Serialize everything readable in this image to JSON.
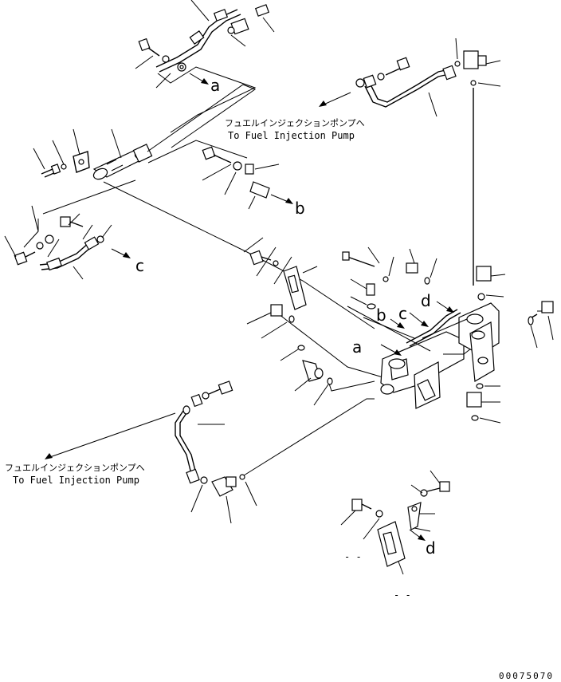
{
  "labels": {
    "destination_jp": "フュエルインジェクションポンプへ",
    "destination_en": "To Fuel Injection Pump"
  },
  "reference_letters": {
    "a": "a",
    "b": "b",
    "c": "c",
    "d": "d"
  },
  "drawing_number": "00075070",
  "minor_marks": {
    "dash_a": "- -",
    "dash_b": "- -"
  }
}
